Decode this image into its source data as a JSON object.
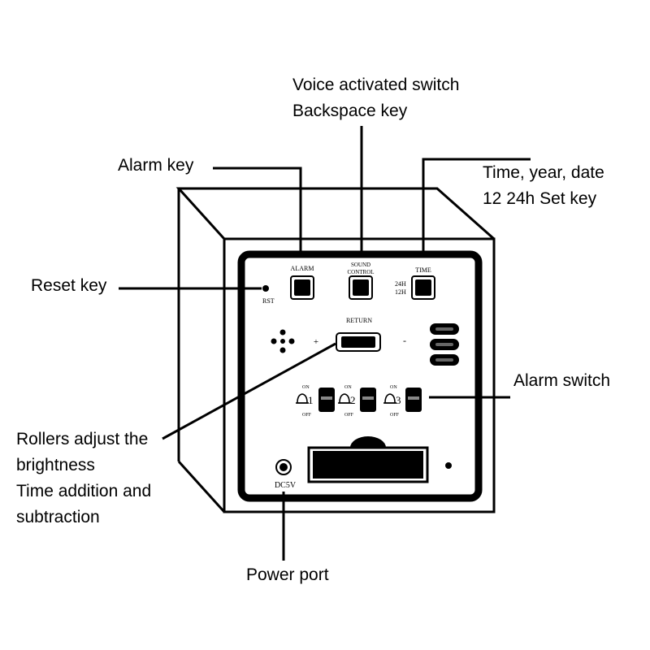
{
  "callouts": {
    "voice": [
      "Voice activated switch",
      "Backspace key"
    ],
    "alarm_key": "Alarm key",
    "time_set": [
      "Time, year, date",
      "12 24h Set key"
    ],
    "reset_key": "Reset key",
    "alarm_switch": "Alarm switch",
    "rollers": [
      "Rollers adjust the",
      "brightness",
      "Time addition and",
      "subtraction"
    ],
    "power_port": "Power port"
  },
  "panel": {
    "alarm": "ALARM",
    "sound_1": "SOUND",
    "sound_2": "CONTROL",
    "time": "TIME",
    "h24": "24H",
    "h12": "12H",
    "rst": "RST",
    "return": "RETURN",
    "plus": "+",
    "minus": "-",
    "on": "ON",
    "off": "OFF",
    "sw1": "1",
    "sw2": "2",
    "sw3": "3",
    "dc": "DC5V"
  }
}
